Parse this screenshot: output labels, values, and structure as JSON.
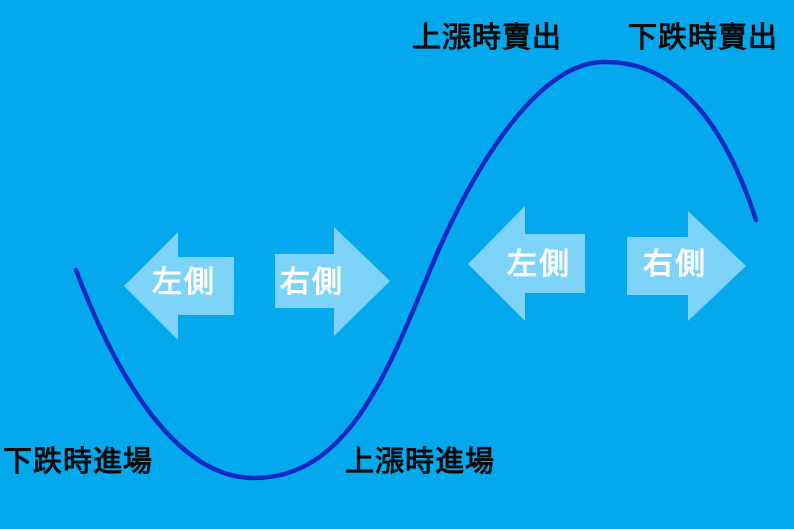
{
  "labels": {
    "top_left": "上漲時賣出",
    "top_right": "下跌時賣出",
    "bottom_left": "下跌時進場",
    "bottom_right": "上漲時進場"
  },
  "arrows": [
    {
      "text": "左側",
      "direction": "left"
    },
    {
      "text": "右側",
      "direction": "right"
    },
    {
      "text": "左側",
      "direction": "left"
    },
    {
      "text": "右側",
      "direction": "right"
    }
  ],
  "colors": {
    "background": "#03a9ec",
    "curve": "#1429c4",
    "arrow_fill": "#7dd3f8",
    "text_dark": "#0b0b0b",
    "text_light": "#ffffff"
  }
}
